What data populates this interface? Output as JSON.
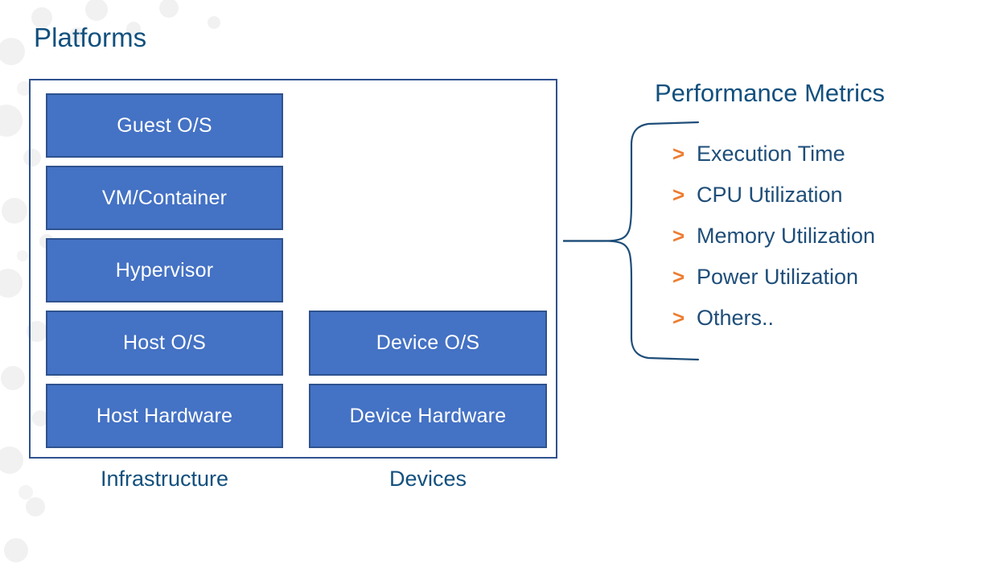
{
  "slide": {
    "background_color": "#FFFFFF",
    "accent_blue": "#4472C4",
    "border_navy": "#2F528F",
    "title_blue": "#12507E",
    "bullet_orange": "#ED7D31",
    "text_navy": "#1F4E79"
  },
  "platforms": {
    "title": "Platforms",
    "columns": [
      {
        "caption": "Infrastructure",
        "boxes": [
          "Guest O/S",
          "VM/Container",
          "Hypervisor",
          "Host O/S",
          "Host Hardware"
        ]
      },
      {
        "caption": "Devices",
        "boxes": [
          "Device O/S",
          "Device Hardware"
        ]
      }
    ]
  },
  "metrics": {
    "title": "Performance Metrics",
    "bullet_glyph": ">",
    "items": [
      "Execution Time",
      "CPU Utilization",
      "Memory Utilization",
      "Power Utilization",
      "Others.."
    ]
  }
}
